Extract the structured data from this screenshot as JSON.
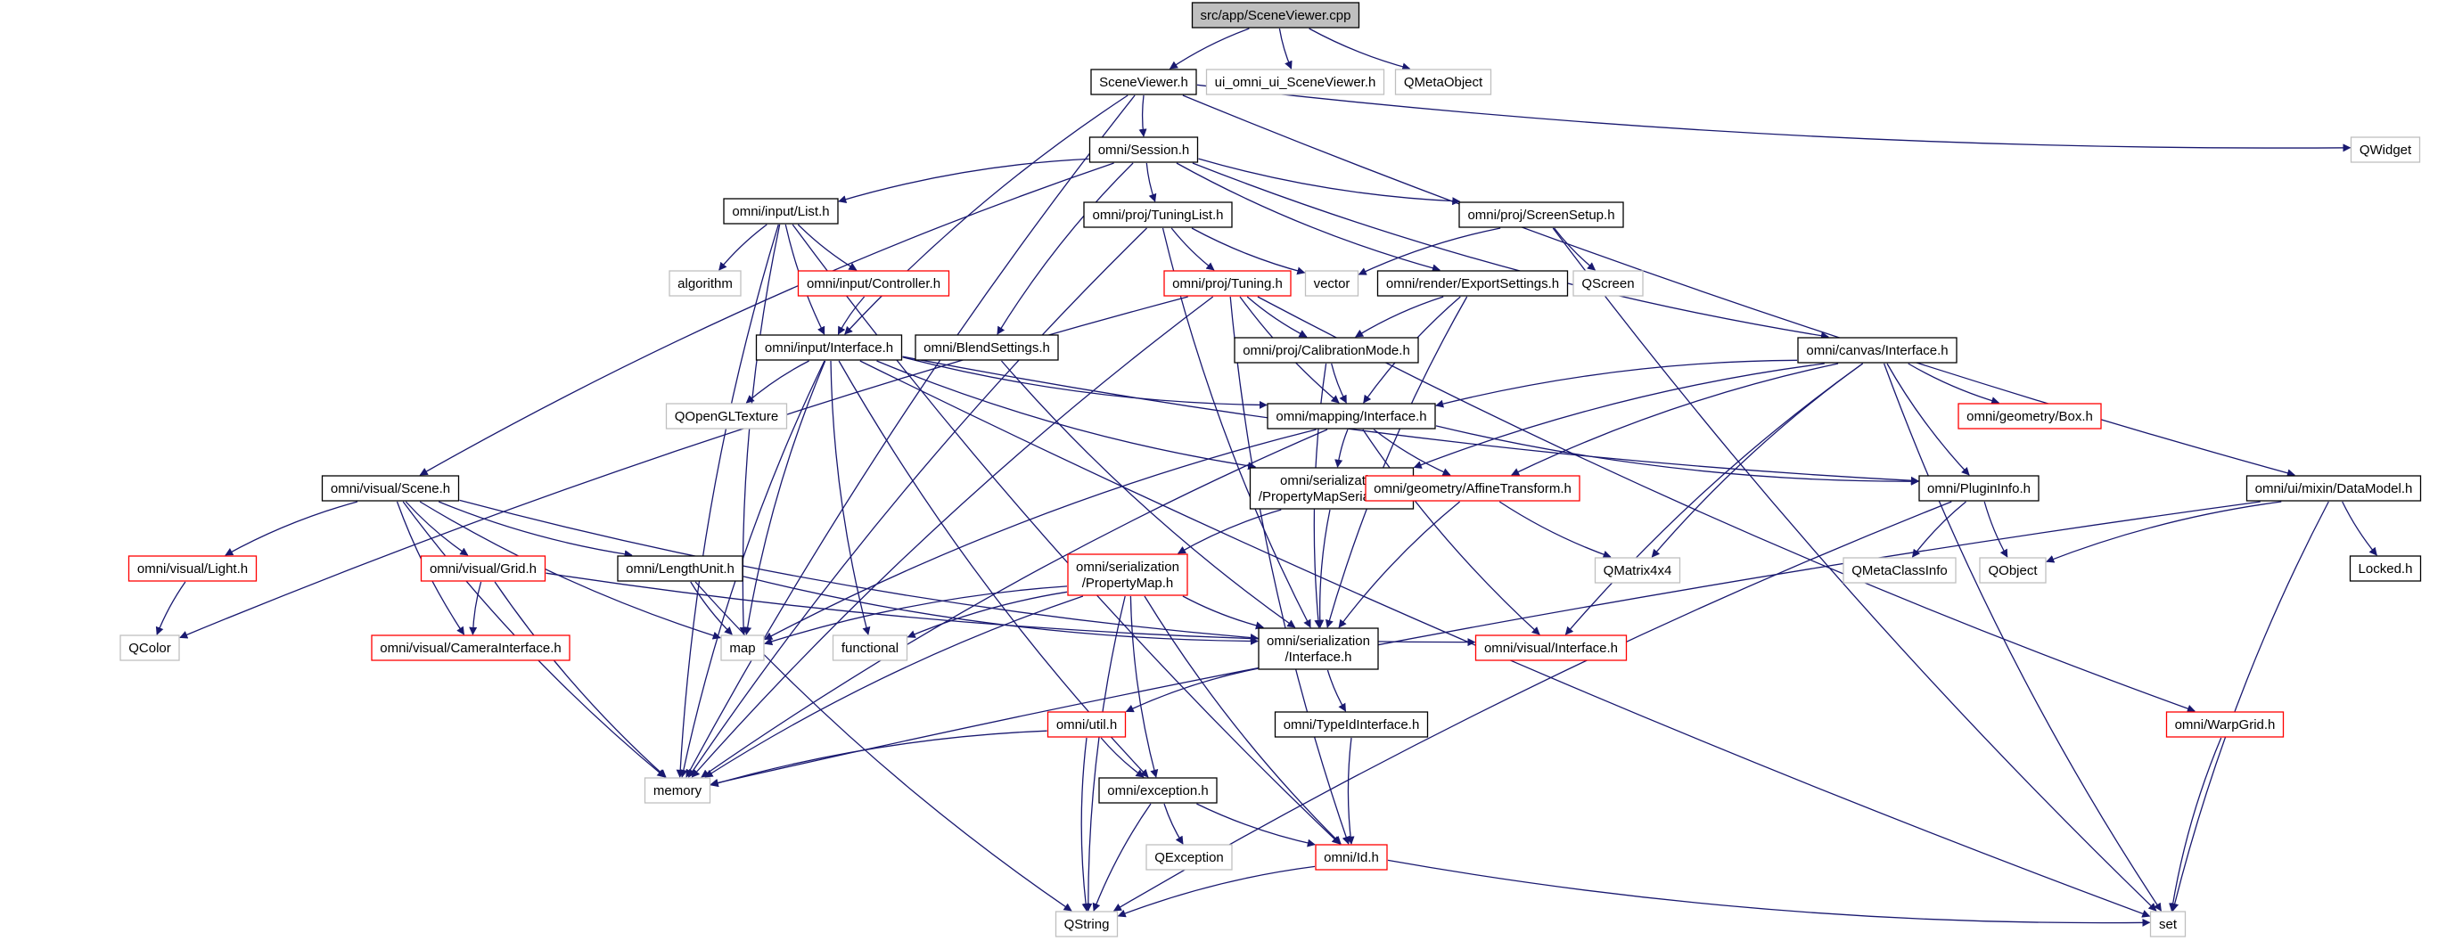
{
  "graph": {
    "title": "",
    "nodes": [
      {
        "id": "root",
        "lines": [
          "src/app/SceneViewer.cpp"
        ],
        "style": "root"
      },
      {
        "id": "sceneviewer_h",
        "lines": [
          "SceneViewer.h"
        ],
        "style": "normal"
      },
      {
        "id": "ui_omni",
        "lines": [
          "ui_omni_ui_SceneViewer.h"
        ],
        "style": "gray"
      },
      {
        "id": "qmetaobject",
        "lines": [
          "QMetaObject"
        ],
        "style": "gray"
      },
      {
        "id": "qwidget",
        "lines": [
          "QWidget"
        ],
        "style": "gray"
      },
      {
        "id": "session",
        "lines": [
          "omni/Session.h"
        ],
        "style": "normal"
      },
      {
        "id": "input_list",
        "lines": [
          "omni/input/List.h"
        ],
        "style": "normal"
      },
      {
        "id": "tuninglist",
        "lines": [
          "omni/proj/TuningList.h"
        ],
        "style": "normal"
      },
      {
        "id": "screensetup",
        "lines": [
          "omni/proj/ScreenSetup.h"
        ],
        "style": "normal"
      },
      {
        "id": "algorithm",
        "lines": [
          "algorithm"
        ],
        "style": "gray"
      },
      {
        "id": "input_controller",
        "lines": [
          "omni/input/Controller.h"
        ],
        "style": "red"
      },
      {
        "id": "tuning",
        "lines": [
          "omni/proj/Tuning.h"
        ],
        "style": "red"
      },
      {
        "id": "vector",
        "lines": [
          "vector"
        ],
        "style": "gray"
      },
      {
        "id": "exportsettings",
        "lines": [
          "omni/render/ExportSettings.h"
        ],
        "style": "normal"
      },
      {
        "id": "qscreen",
        "lines": [
          "QScreen"
        ],
        "style": "gray"
      },
      {
        "id": "input_interface",
        "lines": [
          "omni/input/Interface.h"
        ],
        "style": "normal"
      },
      {
        "id": "blendsettings",
        "lines": [
          "omni/BlendSettings.h"
        ],
        "style": "normal"
      },
      {
        "id": "calibrationmode",
        "lines": [
          "omni/proj/CalibrationMode.h"
        ],
        "style": "normal"
      },
      {
        "id": "canvas_interface",
        "lines": [
          "omni/canvas/Interface.h"
        ],
        "style": "normal"
      },
      {
        "id": "qopengltexture",
        "lines": [
          "QOpenGLTexture"
        ],
        "style": "gray"
      },
      {
        "id": "mapping_interface",
        "lines": [
          "omni/mapping/Interface.h"
        ],
        "style": "normal"
      },
      {
        "id": "geometry_box",
        "lines": [
          "omni/geometry/Box.h"
        ],
        "style": "red"
      },
      {
        "id": "visual_scene",
        "lines": [
          "omni/visual/Scene.h"
        ],
        "style": "normal"
      },
      {
        "id": "propmapserializer",
        "lines": [
          "omni/serialization",
          "/PropertyMapSerializer.h"
        ],
        "style": "normal"
      },
      {
        "id": "affinetransform",
        "lines": [
          "omni/geometry/AffineTransform.h"
        ],
        "style": "red"
      },
      {
        "id": "plugininfo",
        "lines": [
          "omni/PluginInfo.h"
        ],
        "style": "normal"
      },
      {
        "id": "datamodel",
        "lines": [
          "omni/ui/mixin/DataModel.h"
        ],
        "style": "normal"
      },
      {
        "id": "visual_light",
        "lines": [
          "omni/visual/Light.h"
        ],
        "style": "red"
      },
      {
        "id": "visual_grid",
        "lines": [
          "omni/visual/Grid.h"
        ],
        "style": "red"
      },
      {
        "id": "lengthunit",
        "lines": [
          "omni/LengthUnit.h"
        ],
        "style": "normal"
      },
      {
        "id": "propertymap",
        "lines": [
          "omni/serialization",
          "/PropertyMap.h"
        ],
        "style": "red"
      },
      {
        "id": "qmatrix4x4",
        "lines": [
          "QMatrix4x4"
        ],
        "style": "gray"
      },
      {
        "id": "qmetaclassinfo",
        "lines": [
          "QMetaClassInfo"
        ],
        "style": "gray"
      },
      {
        "id": "qobject",
        "lines": [
          "QObject"
        ],
        "style": "gray"
      },
      {
        "id": "locked",
        "lines": [
          "Locked.h"
        ],
        "style": "normal"
      },
      {
        "id": "qcolor",
        "lines": [
          "QColor"
        ],
        "style": "gray"
      },
      {
        "id": "camerainterface",
        "lines": [
          "omni/visual/CameraInterface.h"
        ],
        "style": "red"
      },
      {
        "id": "map",
        "lines": [
          "map"
        ],
        "style": "gray"
      },
      {
        "id": "functional",
        "lines": [
          "functional"
        ],
        "style": "gray"
      },
      {
        "id": "ser_interface",
        "lines": [
          "omni/serialization",
          "/Interface.h"
        ],
        "style": "normal"
      },
      {
        "id": "visual_interface",
        "lines": [
          "omni/visual/Interface.h"
        ],
        "style": "red"
      },
      {
        "id": "typeidinterface",
        "lines": [
          "omni/TypeIdInterface.h"
        ],
        "style": "normal"
      },
      {
        "id": "util",
        "lines": [
          "omni/util.h"
        ],
        "style": "red"
      },
      {
        "id": "warpgrid",
        "lines": [
          "omni/WarpGrid.h"
        ],
        "style": "red"
      },
      {
        "id": "memory",
        "lines": [
          "memory"
        ],
        "style": "gray"
      },
      {
        "id": "exception",
        "lines": [
          "omni/exception.h"
        ],
        "style": "normal"
      },
      {
        "id": "qexception",
        "lines": [
          "QException"
        ],
        "style": "gray"
      },
      {
        "id": "id",
        "lines": [
          "omni/Id.h"
        ],
        "style": "red"
      },
      {
        "id": "qstring",
        "lines": [
          "QString"
        ],
        "style": "gray"
      },
      {
        "id": "set",
        "lines": [
          "set"
        ],
        "style": "gray"
      }
    ],
    "edges": [
      [
        "root",
        "sceneviewer_h"
      ],
      [
        "root",
        "ui_omni"
      ],
      [
        "root",
        "qmetaobject"
      ],
      [
        "sceneviewer_h",
        "session"
      ],
      [
        "sceneviewer_h",
        "qwidget"
      ],
      [
        "sceneviewer_h",
        "memory"
      ],
      [
        "sceneviewer_h",
        "input_interface"
      ],
      [
        "sceneviewer_h",
        "datamodel"
      ],
      [
        "session",
        "input_list"
      ],
      [
        "session",
        "tuninglist"
      ],
      [
        "session",
        "screensetup"
      ],
      [
        "session",
        "exportsettings"
      ],
      [
        "session",
        "blendsettings"
      ],
      [
        "session",
        "canvas_interface"
      ],
      [
        "session",
        "visual_scene"
      ],
      [
        "input_list",
        "algorithm"
      ],
      [
        "input_list",
        "input_controller"
      ],
      [
        "input_list",
        "input_interface"
      ],
      [
        "input_list",
        "memory"
      ],
      [
        "input_list",
        "map"
      ],
      [
        "input_list",
        "id"
      ],
      [
        "input_controller",
        "input_interface"
      ],
      [
        "tuninglist",
        "tuning"
      ],
      [
        "tuninglist",
        "vector"
      ],
      [
        "tuninglist",
        "memory"
      ],
      [
        "tuninglist",
        "ser_interface"
      ],
      [
        "screensetup",
        "vector"
      ],
      [
        "screensetup",
        "qscreen"
      ],
      [
        "screensetup",
        "set"
      ],
      [
        "tuning",
        "calibrationmode"
      ],
      [
        "tuning",
        "mapping_interface"
      ],
      [
        "tuning",
        "warpgrid"
      ],
      [
        "tuning",
        "id"
      ],
      [
        "tuning",
        "qcolor"
      ],
      [
        "tuning",
        "memory"
      ],
      [
        "exportsettings",
        "calibrationmode"
      ],
      [
        "exportsettings",
        "mapping_interface"
      ],
      [
        "exportsettings",
        "ser_interface"
      ],
      [
        "input_interface",
        "qopengltexture"
      ],
      [
        "input_interface",
        "mapping_interface"
      ],
      [
        "input_interface",
        "propmapserializer"
      ],
      [
        "input_interface",
        "plugininfo"
      ],
      [
        "input_interface",
        "map"
      ],
      [
        "input_interface",
        "functional"
      ],
      [
        "input_interface",
        "exception"
      ],
      [
        "input_interface",
        "memory"
      ],
      [
        "input_interface",
        "set"
      ],
      [
        "blendsettings",
        "ser_interface"
      ],
      [
        "calibrationmode",
        "mapping_interface"
      ],
      [
        "calibrationmode",
        "ser_interface"
      ],
      [
        "canvas_interface",
        "mapping_interface"
      ],
      [
        "canvas_interface",
        "geometry_box"
      ],
      [
        "canvas_interface",
        "affinetransform"
      ],
      [
        "canvas_interface",
        "plugininfo"
      ],
      [
        "canvas_interface",
        "qmatrix4x4"
      ],
      [
        "canvas_interface",
        "propmapserializer"
      ],
      [
        "canvas_interface",
        "visual_interface"
      ],
      [
        "canvas_interface",
        "set"
      ],
      [
        "mapping_interface",
        "propmapserializer"
      ],
      [
        "mapping_interface",
        "affinetransform"
      ],
      [
        "mapping_interface",
        "plugininfo"
      ],
      [
        "mapping_interface",
        "visual_interface"
      ],
      [
        "mapping_interface",
        "map"
      ],
      [
        "mapping_interface",
        "memory"
      ],
      [
        "visual_scene",
        "visual_light"
      ],
      [
        "visual_scene",
        "visual_grid"
      ],
      [
        "visual_scene",
        "lengthunit"
      ],
      [
        "visual_scene",
        "camerainterface"
      ],
      [
        "visual_scene",
        "map"
      ],
      [
        "visual_scene",
        "ser_interface"
      ],
      [
        "visual_scene",
        "memory"
      ],
      [
        "propmapserializer",
        "propertymap"
      ],
      [
        "propmapserializer",
        "ser_interface"
      ],
      [
        "affinetransform",
        "qmatrix4x4"
      ],
      [
        "affinetransform",
        "ser_interface"
      ],
      [
        "plugininfo",
        "qmetaclassinfo"
      ],
      [
        "plugininfo",
        "qobject"
      ],
      [
        "plugininfo",
        "qstring"
      ],
      [
        "datamodel",
        "qobject"
      ],
      [
        "datamodel",
        "locked"
      ],
      [
        "datamodel",
        "memory"
      ],
      [
        "datamodel",
        "set"
      ],
      [
        "visual_light",
        "qcolor"
      ],
      [
        "visual_grid",
        "camerainterface"
      ],
      [
        "visual_grid",
        "visual_interface"
      ],
      [
        "visual_grid",
        "memory"
      ],
      [
        "lengthunit",
        "map"
      ],
      [
        "lengthunit",
        "ser_interface"
      ],
      [
        "lengthunit",
        "qstring"
      ],
      [
        "propertymap",
        "map"
      ],
      [
        "propertymap",
        "functional"
      ],
      [
        "propertymap",
        "ser_interface"
      ],
      [
        "propertymap",
        "memory"
      ],
      [
        "propertymap",
        "exception"
      ],
      [
        "propertymap",
        "id"
      ],
      [
        "propertymap",
        "qstring"
      ],
      [
        "ser_interface",
        "typeidinterface"
      ],
      [
        "ser_interface",
        "util"
      ],
      [
        "typeidinterface",
        "id"
      ],
      [
        "util",
        "memory"
      ],
      [
        "util",
        "exception"
      ],
      [
        "util",
        "qstring"
      ],
      [
        "warpgrid",
        "set"
      ],
      [
        "exception",
        "qexception"
      ],
      [
        "exception",
        "id"
      ],
      [
        "exception",
        "qstring"
      ],
      [
        "id",
        "qstring"
      ],
      [
        "id",
        "set"
      ]
    ],
    "colors": {
      "edge": "#191970",
      "normal_border": "#000000",
      "gray_border": "#bfbfbf",
      "red_border": "#ff0000",
      "root_fill": "#bfbfbf",
      "node_fill": "#ffffff",
      "text": "#000000"
    }
  }
}
